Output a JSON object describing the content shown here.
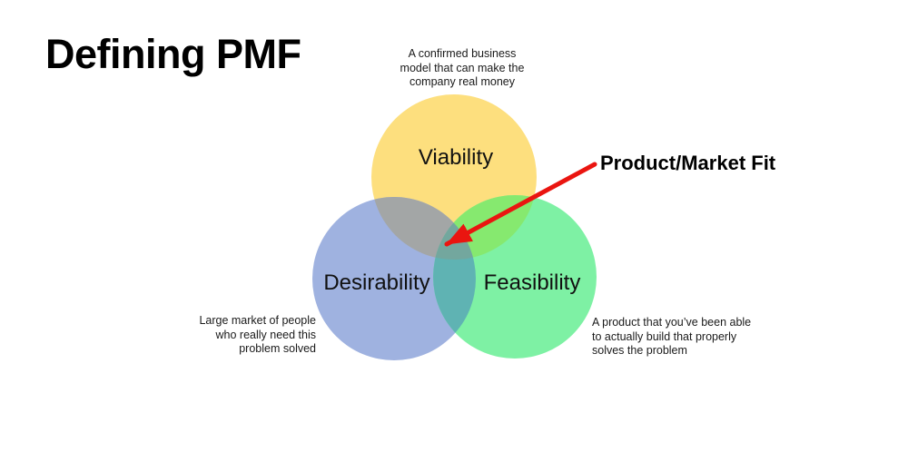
{
  "title": "Defining PMF",
  "colors": {
    "yellow": "#FDDF7E",
    "blue": "#9FB2E0",
    "green": "#7EF1A4",
    "overlap_yellow_blue": "#A3A6A6",
    "overlap_yellow_green": "#86E96F",
    "overlap_blue_green": "#5FB3B3",
    "overlap_center": "#73A79E",
    "arrow": "#EA1510",
    "text": "#111111"
  },
  "venn": {
    "circles": [
      {
        "label": "Viability"
      },
      {
        "label": "Desirability"
      },
      {
        "label": "Feasibility"
      }
    ]
  },
  "captions": {
    "viability": {
      "lines": [
        "A confirmed business",
        "model that can make the",
        "company real money"
      ]
    },
    "desirability": {
      "lines": [
        "Large market of people",
        "who really need this",
        "problem solved"
      ]
    },
    "feasibility": {
      "lines": [
        "A product that you’ve been able",
        "to actually build that properly",
        "solves the problem"
      ]
    }
  },
  "annotation": {
    "label": "Product/Market Fit"
  }
}
